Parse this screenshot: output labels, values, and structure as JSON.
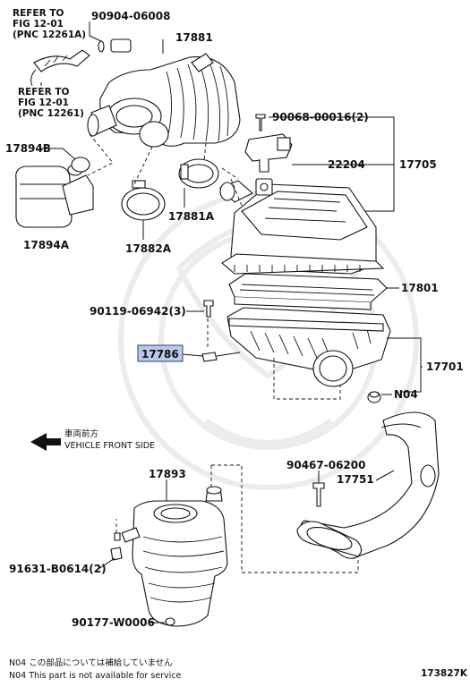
{
  "refer_notes": [
    {
      "line1": "REFER TO",
      "line2": "FIG 12-01",
      "line3": "(PNC 12261A)"
    },
    {
      "line1": "REFER TO",
      "line2": "FIG 12-01",
      "line3": "(PNC 12261)"
    }
  ],
  "parts": {
    "p90904_06008": "90904-06008",
    "p17881": "17881",
    "p90068_00016": "90068-00016(2)",
    "p17894B": "17894B",
    "p22204": "22204",
    "p17705": "17705",
    "p17881A": "17881A",
    "p17894A": "17894A",
    "p17882A": "17882A",
    "p17801": "17801",
    "p90119_06942": "90119-06942(3)",
    "p17786": "17786",
    "p17701": "17701",
    "pN04": "N04",
    "p90467_06200": "90467-06200",
    "p17751": "17751",
    "p17893": "17893",
    "p91631_B0614": "91631-B0614(2)",
    "p90177_W0006": "90177-W0006"
  },
  "direction": {
    "jp": "車両前方",
    "en": "VEHICLE FRONT SIDE"
  },
  "footnotes": {
    "jp": "N04  この部品については補給していません",
    "en": "N04  This part is not available for service"
  },
  "figure_id": "173827K"
}
